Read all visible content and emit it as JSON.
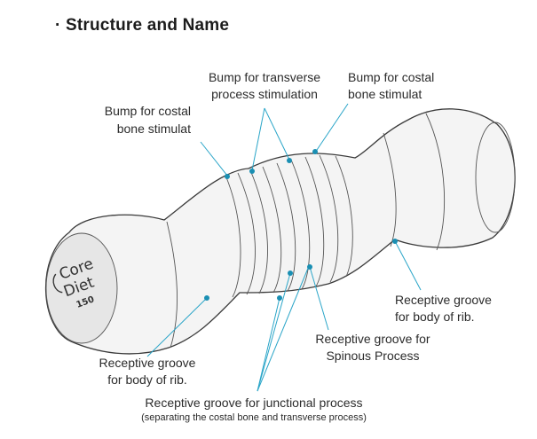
{
  "page": {
    "title": "· Structure and Name"
  },
  "product_logo": {
    "line1": "Core",
    "line2": "Diet",
    "model": "150"
  },
  "labels": {
    "costal_bump_left": [
      "Bump for costal",
      "bone stimulat"
    ],
    "transverse_bump": [
      "Bump for transverse",
      "process stimulation"
    ],
    "costal_bump_right": [
      "Bump for costal",
      "bone stimulat"
    ],
    "rib_groove_right": [
      "Receptive groove",
      "for body of rib."
    ],
    "spinous_groove": [
      "Receptive groove for",
      "Spinous Process"
    ],
    "rib_groove_left": [
      "Receptive groove",
      "for body of rib."
    ],
    "junctional_groove": "Receptive groove for junctional process",
    "junctional_note": "(separating the costal bone and transverse process)"
  },
  "colors": {
    "leader": "#2aa5c8",
    "marker": "#1a8fb3",
    "outline": "#3a3a3a",
    "body": "#f4f4f4"
  }
}
